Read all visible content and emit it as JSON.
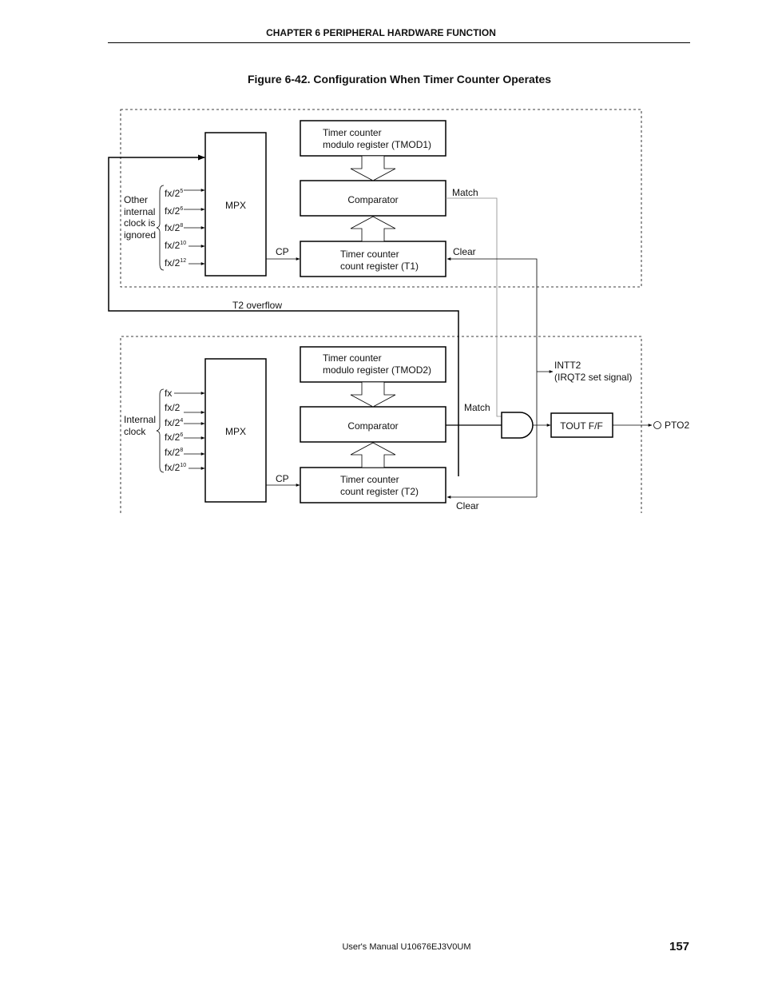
{
  "header": {
    "title": "CHAPTER 6   PERIPHERAL HARDWARE FUNCTION"
  },
  "figure": {
    "title": "Figure 6-42.  Configuration When Timer Counter Operates"
  },
  "footer": {
    "manual": "User's Manual  U10676EJ3V0UM",
    "page": "157"
  },
  "diagram": {
    "upper": {
      "tmod": [
        "Timer counter",
        "modulo register (TMOD1)"
      ],
      "comparator": "Comparator",
      "count": [
        "Timer counter",
        "count register (T1)"
      ],
      "mpx": "MPX",
      "cp": "CP",
      "match": "Match",
      "clear": "Clear",
      "clock_note": [
        "Other",
        "internal",
        "clock is",
        "ignored"
      ],
      "inputs": [
        {
          "base": "fx/2",
          "exp": "5"
        },
        {
          "base": "fx/2",
          "exp": "6"
        },
        {
          "base": "fx/2",
          "exp": "8"
        },
        {
          "base": "fx/2",
          "exp": "10"
        },
        {
          "base": "fx/2",
          "exp": "12"
        }
      ]
    },
    "t2_overflow": "T2 overflow",
    "lower": {
      "tmod": [
        "Timer counter",
        "modulo register (TMOD2)"
      ],
      "comparator": "Comparator",
      "count": [
        "Timer counter",
        "count register (T2)"
      ],
      "mpx": "MPX",
      "cp": "CP",
      "match": "Match",
      "clear": "Clear",
      "clock_note": [
        "Internal",
        "clock"
      ],
      "inputs": [
        {
          "base": "fx",
          "exp": ""
        },
        {
          "base": "fx/2",
          "exp": ""
        },
        {
          "base": "fx/2",
          "exp": "4"
        },
        {
          "base": "fx/2",
          "exp": "6"
        },
        {
          "base": "fx/2",
          "exp": "8"
        },
        {
          "base": "fx/2",
          "exp": "10"
        }
      ]
    },
    "intt2": [
      "INTT2",
      "(IRQT2 set signal)"
    ],
    "tout": "TOUT F/F",
    "pto2": "PTO2"
  }
}
